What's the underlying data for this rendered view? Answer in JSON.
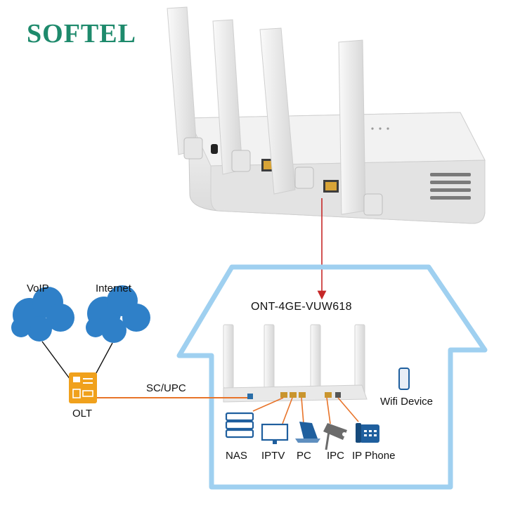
{
  "brand": {
    "name": "SOFTEL",
    "color": "#1e8a6c"
  },
  "product": {
    "model": "ONT-4GE-VUW618"
  },
  "clouds": [
    {
      "label": "VoIP"
    },
    {
      "label": "Internet"
    }
  ],
  "olt": {
    "label": "OLT",
    "color": "#f0a11c"
  },
  "link": {
    "label": "SC/UPC",
    "color": "#e8742a"
  },
  "wifi": {
    "label": "Wifi Device"
  },
  "devices": [
    {
      "label": "NAS",
      "icon": "nas-icon"
    },
    {
      "label": "IPTV",
      "icon": "monitor-icon"
    },
    {
      "label": "PC",
      "icon": "laptop-icon"
    },
    {
      "label": "IPC",
      "icon": "camera-icon"
    },
    {
      "label": "IP Phone",
      "icon": "phone-icon"
    }
  ],
  "colors": {
    "house_outline": "#9fd0f0",
    "arrow": "#c62828",
    "cloud": "#2f80c8"
  }
}
